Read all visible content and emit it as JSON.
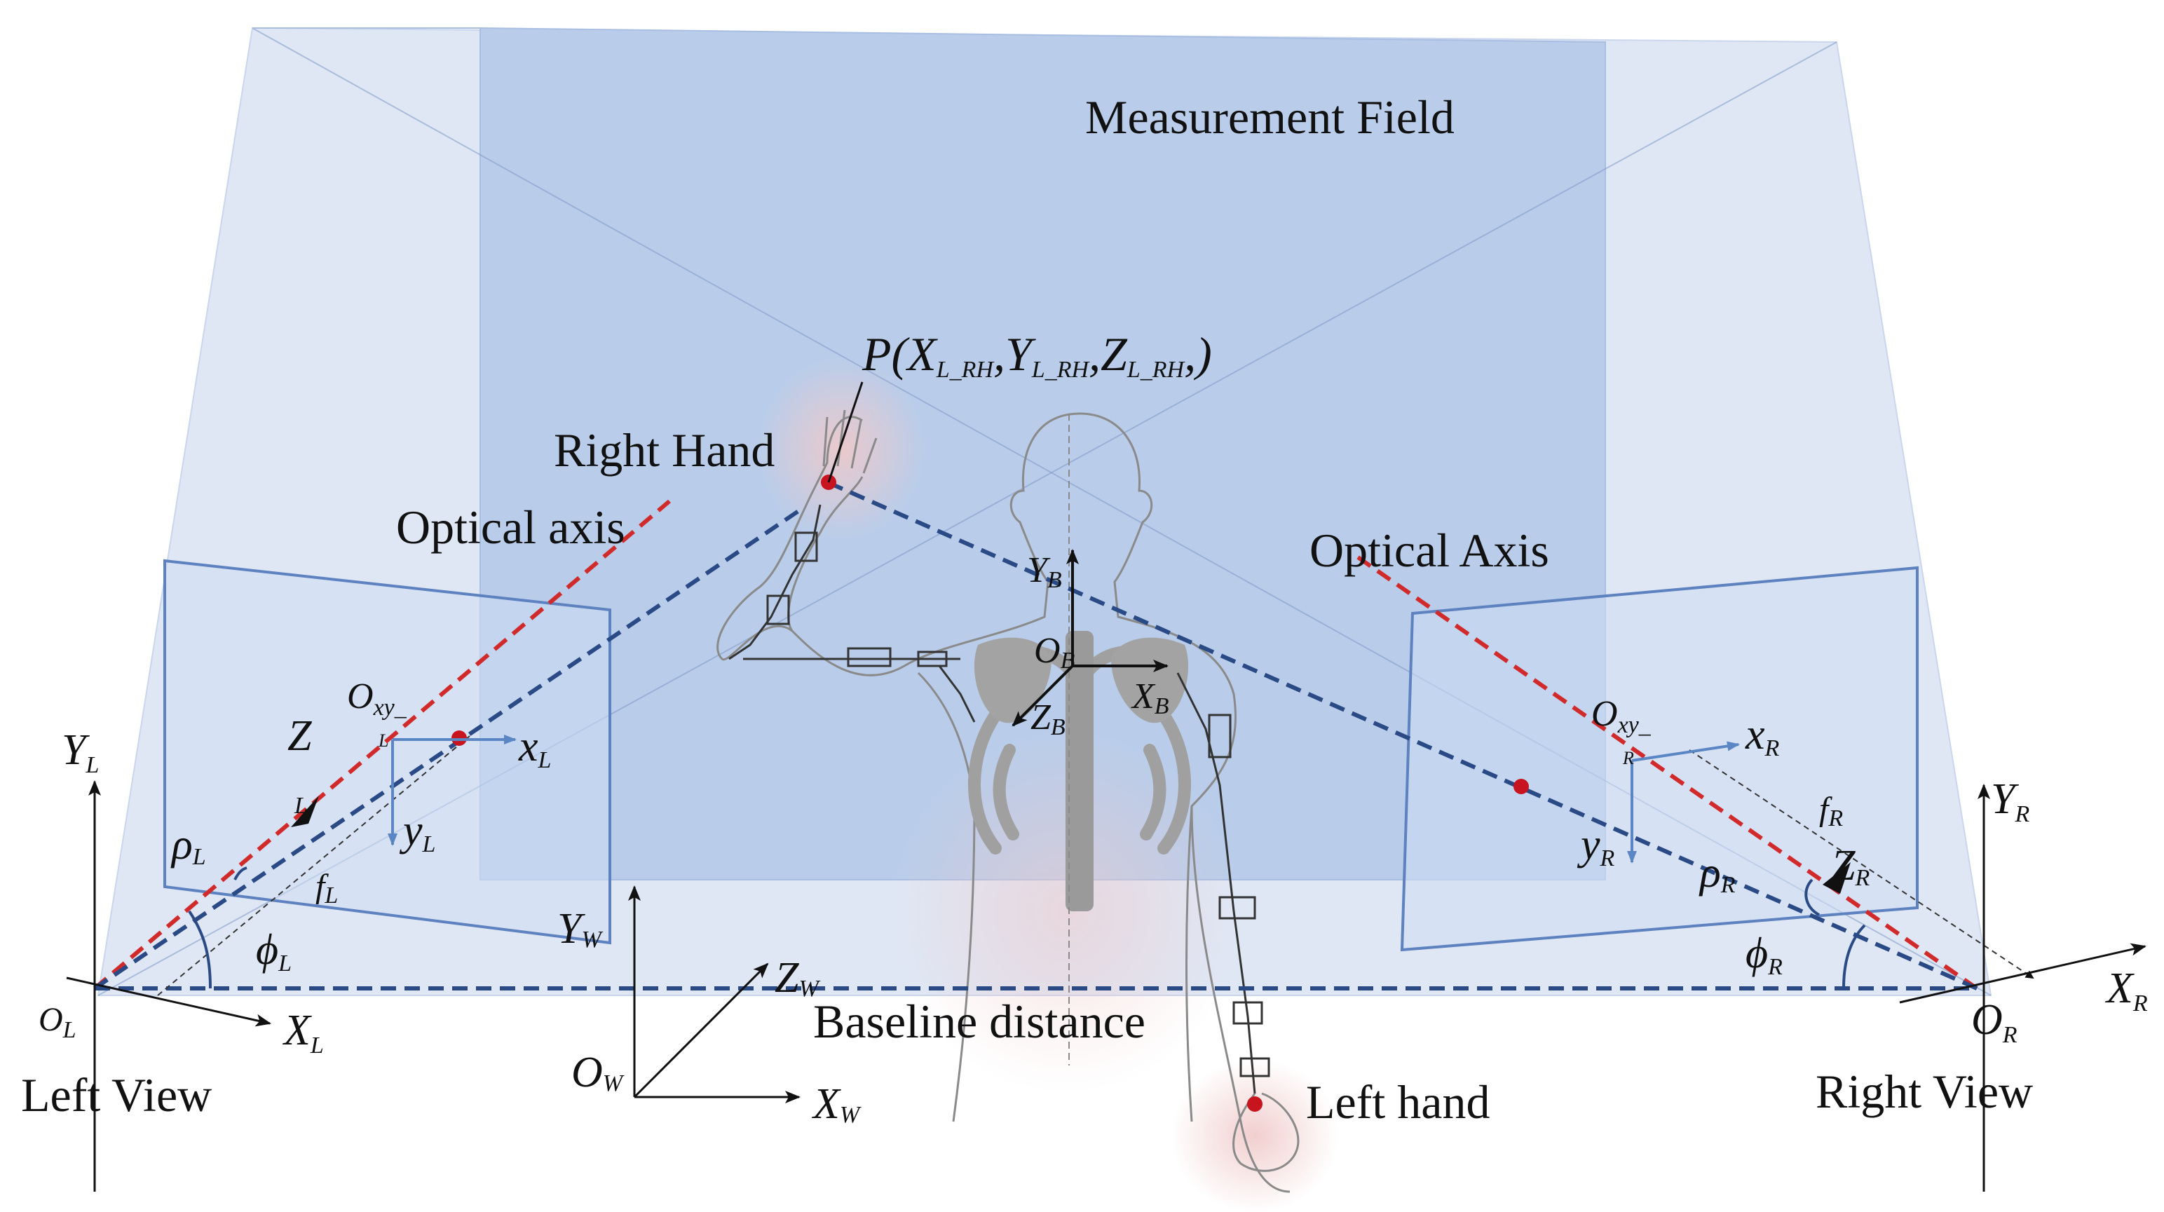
{
  "labels": {
    "measurement_field": "Measurement Field",
    "point_p": "P(X",
    "point_p_sub1": "L_RH",
    "point_p_mid1": ",Y",
    "point_p_sub2": "L_RH",
    "point_p_mid2": ",Z",
    "point_p_sub3": "L_RH",
    "point_p_end": ",)",
    "right_hand": "Right Hand",
    "left_hand": "Left hand",
    "optical_axis_left": "Optical axis",
    "optical_axis_right": "Optical Axis",
    "baseline": "Baseline distance",
    "left_view": "Left View",
    "right_view": "Right View"
  },
  "symbols": {
    "YL": "Y",
    "YL_sub": "L",
    "XL": "X",
    "XL_sub": "L",
    "OL": "O",
    "OL_sub": "L",
    "YR": "Y",
    "YR_sub": "R",
    "XR": "X",
    "XR_sub": "R",
    "OR": "O",
    "OR_sub": "R",
    "Z_L": "Z",
    "Z_L_sub": "L",
    "Oxy_L": "O",
    "Oxy_L_sub": "xy_",
    "Oxy_L_sub2": "L",
    "Oxy_R": "O",
    "Oxy_R_sub": "xy_",
    "Oxy_R_sub2": "R",
    "xL": "x",
    "xL_sub": "L",
    "yL": "y",
    "yL_sub": "L",
    "xR": "x",
    "xR_sub": "R",
    "yR": "y",
    "yR_sub": "R",
    "rhoL": "ρ",
    "rhoL_sub": "L",
    "rhoR": "ρ",
    "rhoR_sub": "R",
    "fL": "f",
    "fL_sub": "L",
    "fR": "f",
    "fR_sub": "R",
    "phiL": "ϕ",
    "phiL_sub": "L",
    "phiR": "ϕ",
    "phiR_sub": "R",
    "ZR": "Z",
    "ZR_sub": "R",
    "YW": "Y",
    "YW_sub": "W",
    "ZW": "Z",
    "ZW_sub": "W",
    "XW": "X",
    "XW_sub": "W",
    "OW": "O",
    "OW_sub": "W",
    "YB": "Y",
    "YB_sub": "B",
    "OB": "O",
    "OB_sub": "B",
    "XB": "X",
    "XB_sub": "B",
    "ZB": "Z",
    "ZB_sub": "B"
  },
  "colors": {
    "field_outer": "#dfe7f5",
    "field_inner": "#b9cdea",
    "frame_line": "#6e8fc4",
    "axis_red": "#d12a2a",
    "axis_blue": "#2a4a86",
    "point_red": "#c8141e",
    "body_line": "#8a8a8a",
    "bone_gray": "#9c9c9c"
  }
}
